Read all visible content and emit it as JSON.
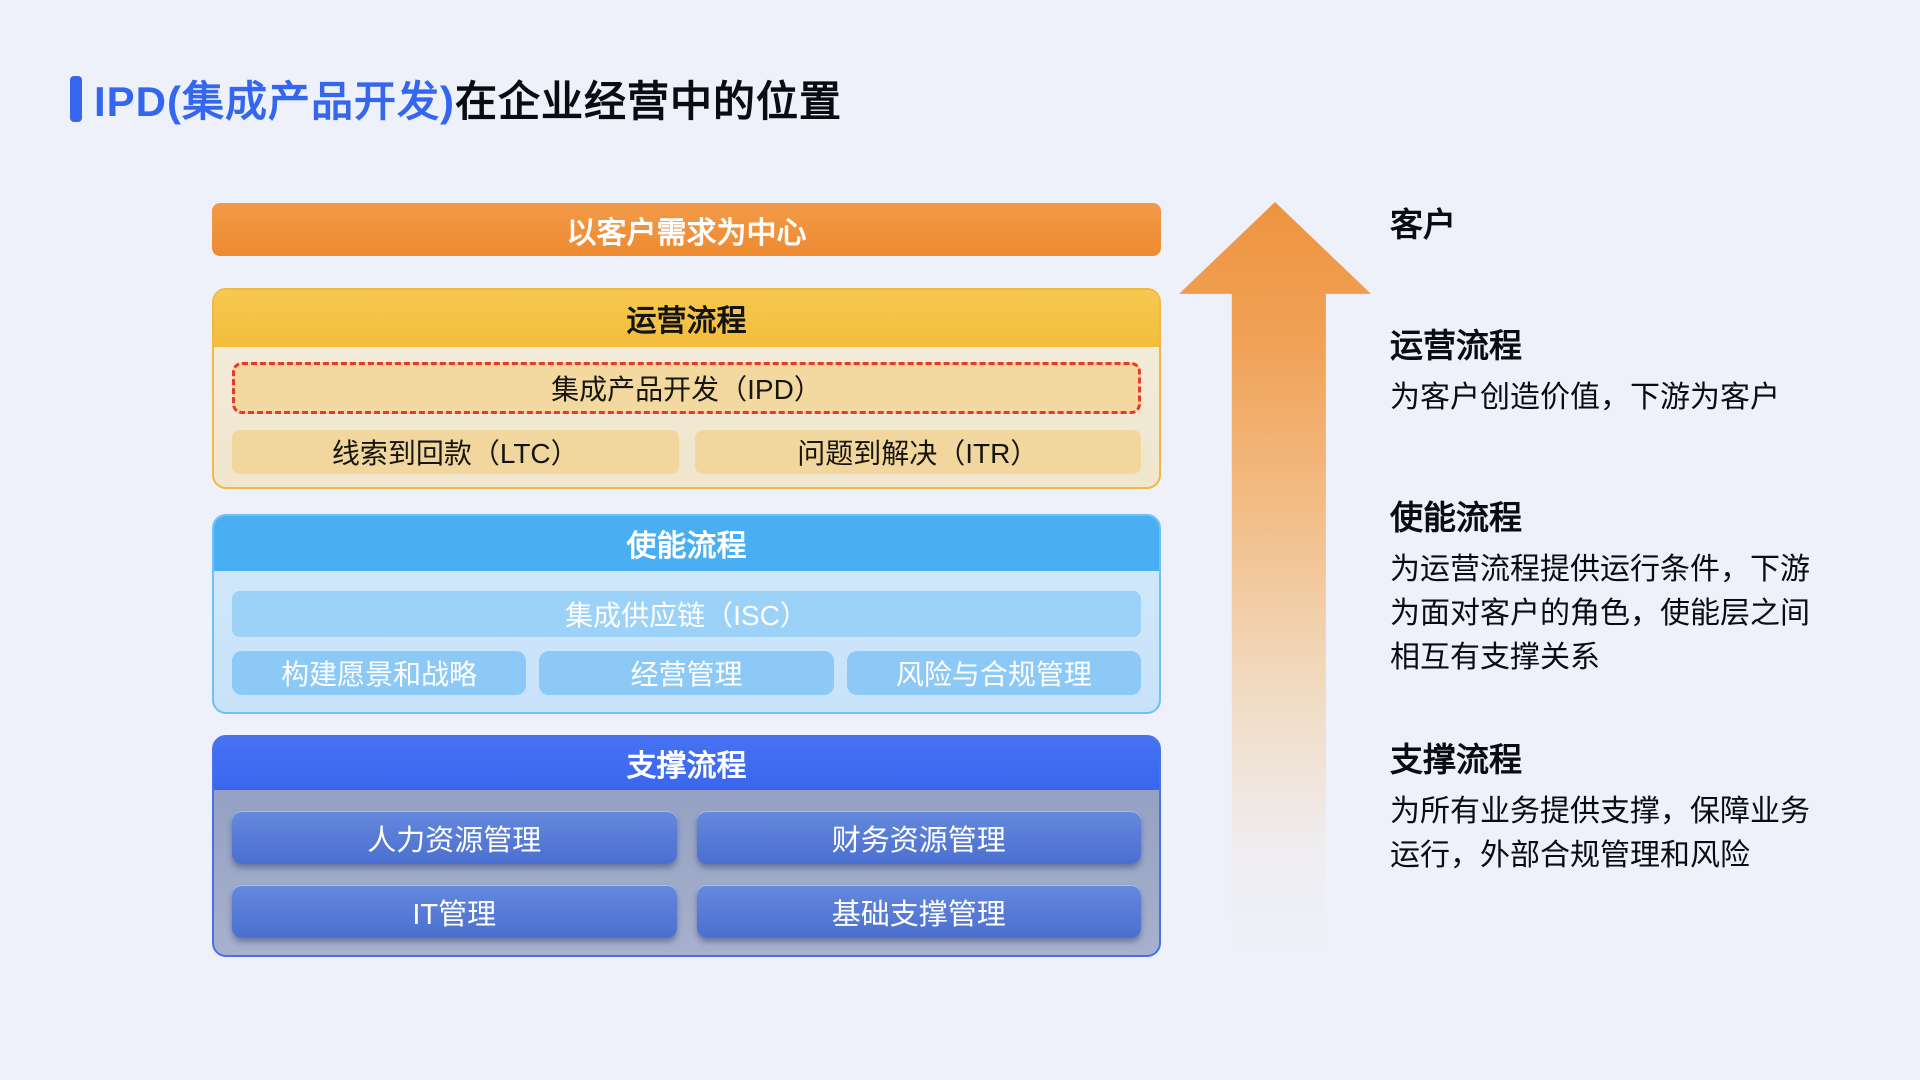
{
  "page": {
    "background": "#eef1fa"
  },
  "title": {
    "highlight": "IPD(集成产品开发)",
    "rest": "在企业经营中的位置",
    "accent_color": "#3566f0"
  },
  "diagram": {
    "customer_bar": {
      "label": "以客户需求为中心",
      "color": "#f0913c"
    },
    "operation": {
      "header": "运营流程",
      "header_color": "#f5c246",
      "ipd_box": "集成产品开发（IPD）",
      "ipd_border_color": "#e53a2e",
      "sub_boxes": [
        "线索到回款（LTC）",
        "问题到解决（ITR）"
      ]
    },
    "enabling": {
      "header": "使能流程",
      "header_color": "#4aaef3",
      "isc_box": "集成供应链（ISC）",
      "sub_boxes": [
        "构建愿景和战略",
        "经营管理",
        "风险与合规管理"
      ]
    },
    "support": {
      "header": "支撑流程",
      "header_color": "#3d6cf0",
      "boxes": [
        "人力资源管理",
        "财务资源管理",
        "IT管理",
        "基础支撑管理"
      ]
    }
  },
  "arrow": {
    "direction": "up",
    "color_top": "#ee9440"
  },
  "annotations": {
    "customer": {
      "heading": "客户",
      "body": ""
    },
    "operation": {
      "heading": "运营流程",
      "body": "为客户创造价值，下游为客户"
    },
    "enabling": {
      "heading": "使能流程",
      "body": "为运营流程提供运行条件，下游\n为面对客户的角色，使能层之间\n相互有支撑关系"
    },
    "support": {
      "heading": "支撑流程",
      "body": "为所有业务提供支撑，保障业务\n运行，外部合规管理和风险"
    }
  }
}
